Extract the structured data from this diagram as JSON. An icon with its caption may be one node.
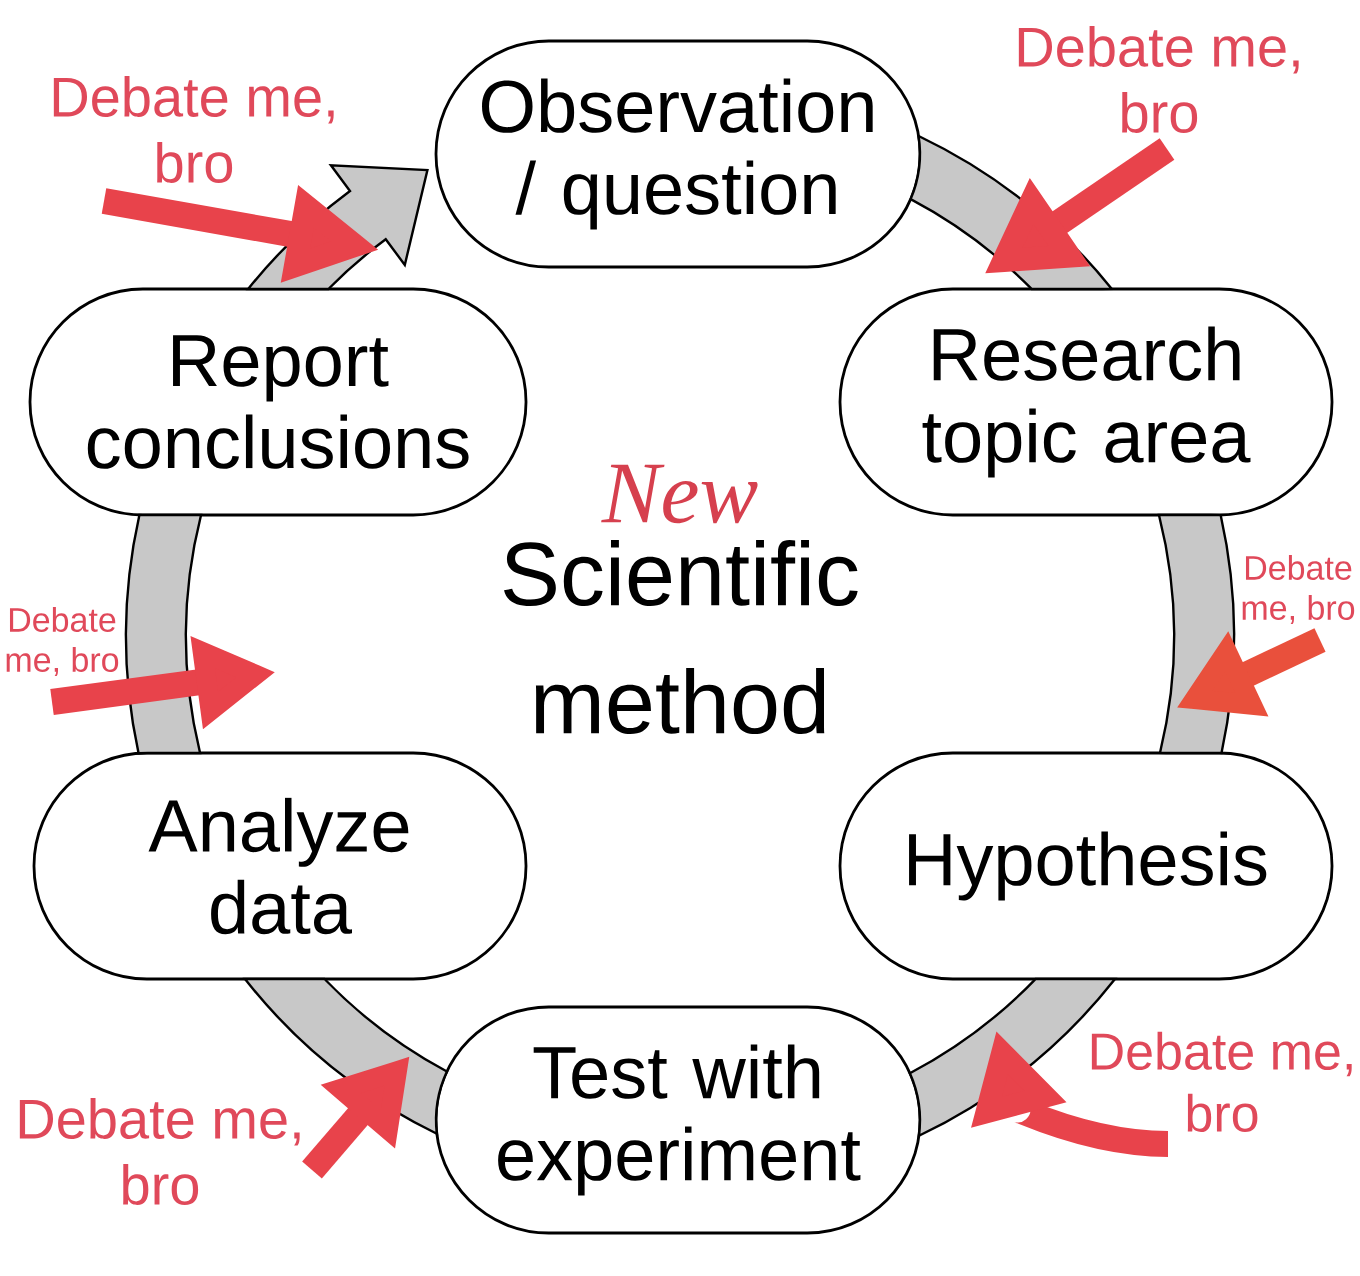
{
  "diagram": {
    "title": "Scientific method",
    "nodes": [
      {
        "text": [
          "Debate me, bro"
        ]
      },
      {
        "text": [
          "Debate me, bro"
        ]
      },
      {
        "text": [
          "Observation / question"
        ]
      },
      {
        "text": [
          "Report conclusions"
        ]
      },
      {
        "text": [
          "Research topic area"
        ]
      },
      {
        "text": [
          "Debate me, bro"
        ]
      },
      {
        "text": [
          "Debate me, bro"
        ]
      },
      {
        "text": [
          "Analyze data"
        ]
      },
      {
        "text": [
          "Hypothesis"
        ]
      },
      {
        "text": [
          "Debate me, bro"
        ]
      },
      {
        "text": [
          "Debate me, bro"
        ]
      },
      {
        "text": [
          "Test with experiment"
        ]
      }
    ],
    "edges": [
      {
        "from": 2,
        "to": 4,
        "arrow": "none"
      },
      {
        "from": 4,
        "to": 8,
        "arrow": "none"
      },
      {
        "from": 8,
        "to": 11,
        "arrow": "none"
      },
      {
        "from": 11,
        "to": 7,
        "arrow": "none"
      },
      {
        "from": 7,
        "to": 3,
        "arrow": "none"
      },
      {
        "from": 3,
        "to": 2,
        "arrow": "to"
      },
      {
        "from": 0,
        "to": null,
        "arrow": "to",
        "color": "#e8434b"
      },
      {
        "from": 1,
        "to": null,
        "arrow": "to",
        "color": "#e8434b"
      },
      {
        "from": 5,
        "to": null,
        "arrow": "to",
        "color": "#e9503c"
      },
      {
        "from": 6,
        "to": null,
        "arrow": "to",
        "color": "#e8434b"
      },
      {
        "from": 9,
        "to": null,
        "arrow": "to",
        "color": "#e8434b"
      },
      {
        "from": 10,
        "to": null,
        "arrow": "to",
        "color": "#e8434b"
      }
    ],
    "labels": [
      "New"
    ]
  }
}
